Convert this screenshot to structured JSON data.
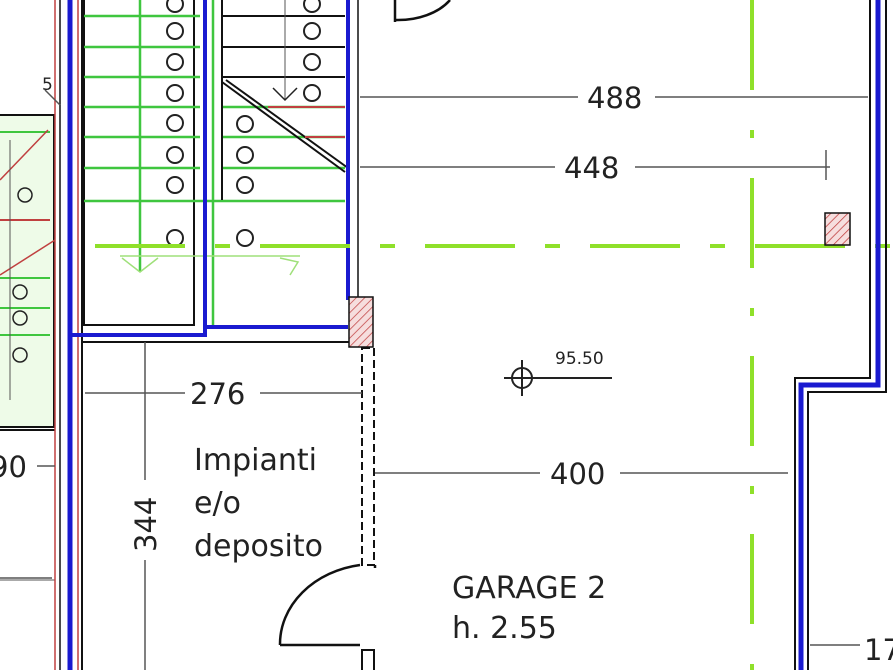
{
  "rooms": {
    "storage": {
      "line1": "Impianti",
      "line2": "e/o",
      "line3": "deposito"
    },
    "garage": {
      "name": "GARAGE 2",
      "height": "h. 2.55"
    }
  },
  "dimensions": {
    "top_outer": "488",
    "top_inner": "448",
    "storage_width": "276",
    "storage_depth": "344",
    "garage_width": "400",
    "left_partial": "90",
    "right_partial": "17",
    "top_left_partial": "5"
  },
  "level_marker": {
    "value": "95.50"
  },
  "colors": {
    "wall_blue": "#1a1ad0",
    "stair_green": "#3fc63f",
    "axis_lime": "#8fe02a",
    "hatch_red": "#c04040",
    "dimension_gray": "#555555"
  }
}
